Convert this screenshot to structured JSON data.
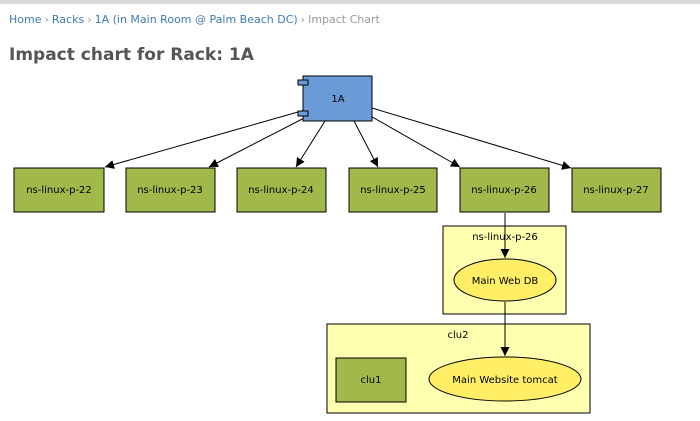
{
  "breadcrumb": {
    "items": [
      "Home",
      "Racks",
      "1A (in Main Room @ Palm Beach DC)"
    ],
    "current": "Impact Chart"
  },
  "page": {
    "title": "Impact chart for Rack: 1A"
  },
  "graph": {
    "root": {
      "label": "1A",
      "color": "#6a9bd8"
    },
    "hosts": [
      {
        "label": "ns-linux-p-22"
      },
      {
        "label": "ns-linux-p-23"
      },
      {
        "label": "ns-linux-p-24"
      },
      {
        "label": "ns-linux-p-25"
      },
      {
        "label": "ns-linux-p-26"
      },
      {
        "label": "ns-linux-p-27"
      }
    ],
    "cluster_host": {
      "label": "ns-linux-p-26"
    },
    "service_db": {
      "label": "Main Web DB"
    },
    "cluster_clu2": {
      "label": "clu2"
    },
    "clu1": {
      "label": "clu1"
    },
    "service_tomcat": {
      "label": "Main Website tomcat"
    },
    "colors": {
      "host_fill": "#a1b94a",
      "cluster_fill": "#ffffb0",
      "service_fill": "#ffee66",
      "link": "#3f7bb0"
    }
  }
}
